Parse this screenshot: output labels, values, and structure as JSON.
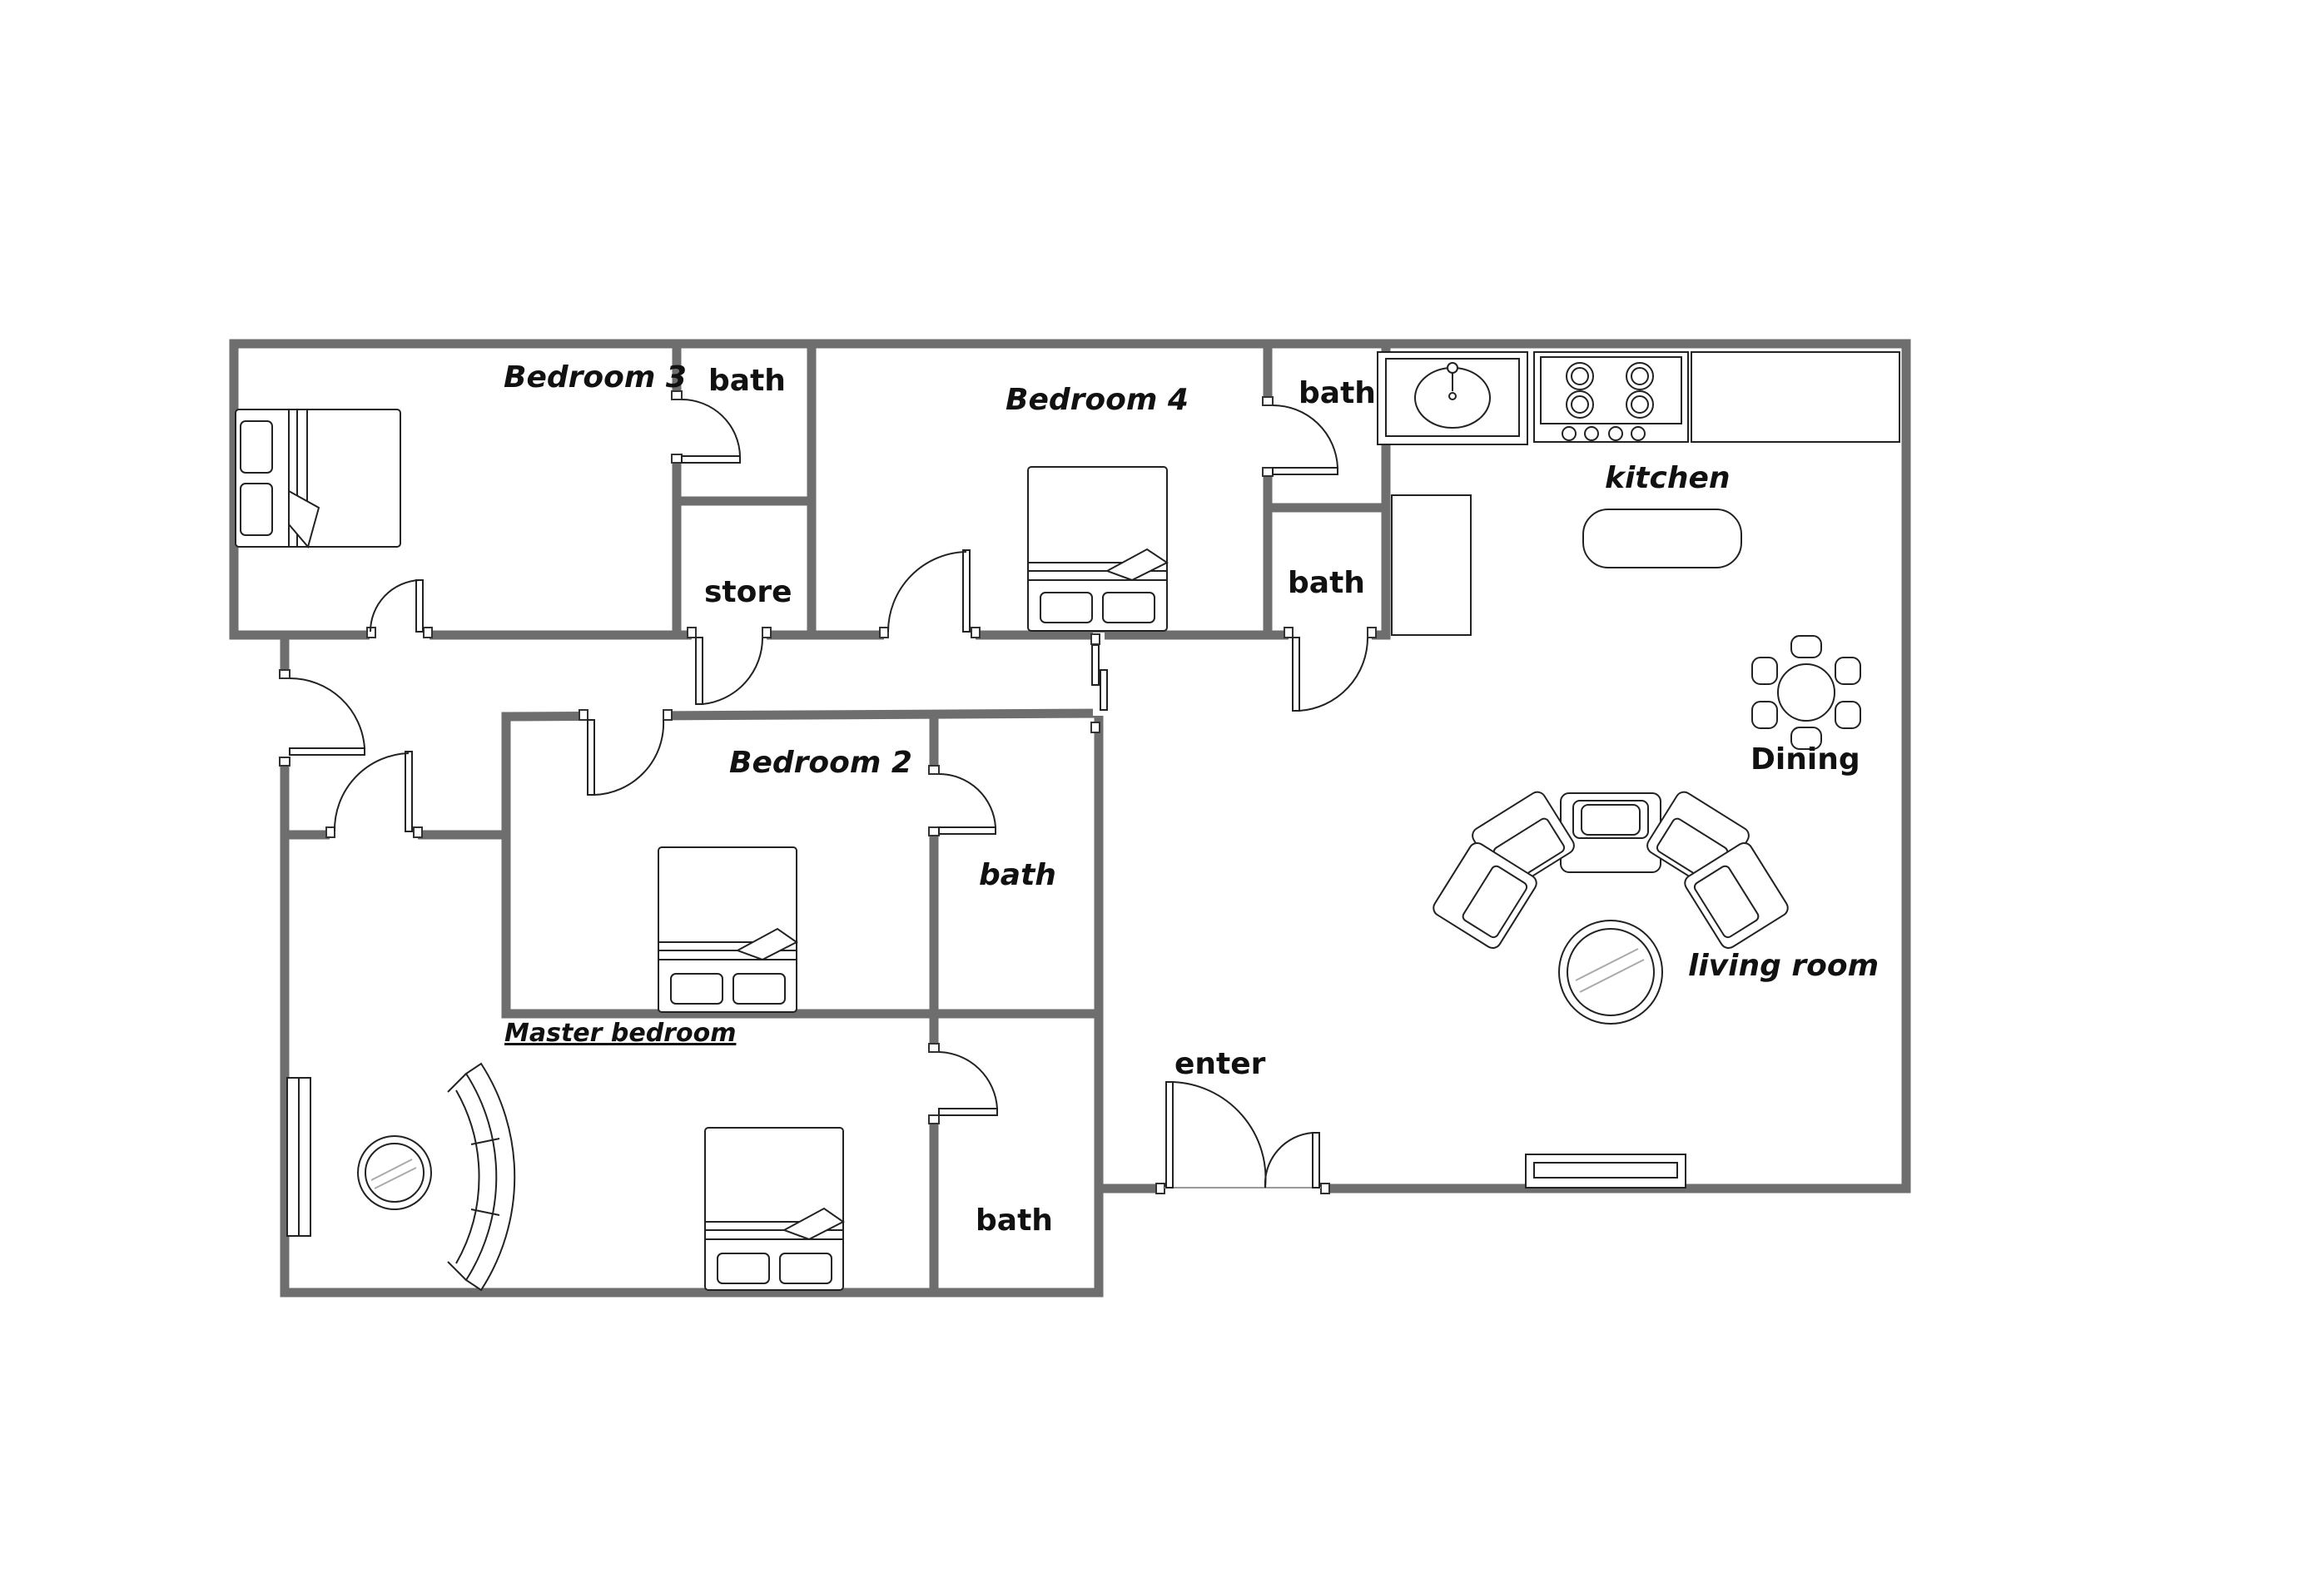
{
  "rooms": {
    "bedroom3": "Bedroom 3",
    "bath_top_left": "bath",
    "bedroom4": "Bedroom 4",
    "bath_top_right": "bath",
    "store": "store",
    "bath_mid_right": "bath",
    "kitchen": "kitchen",
    "dining": "Dining",
    "bedroom2": "Bedroom 2",
    "bath_bedroom2": "bath",
    "living_room": "living room",
    "master_bedroom": "Master bedroom",
    "bath_master": "bath",
    "enter": "enter"
  },
  "colors": {
    "wall": "#6e6e6e",
    "line": "#222222",
    "background": "#ffffff",
    "text": "#111111"
  },
  "icons": [
    "bed-icon",
    "door-icon",
    "sink-icon",
    "stove-icon",
    "sofa-icon",
    "coffee-table-icon",
    "dining-table-icon",
    "window-icon"
  ]
}
